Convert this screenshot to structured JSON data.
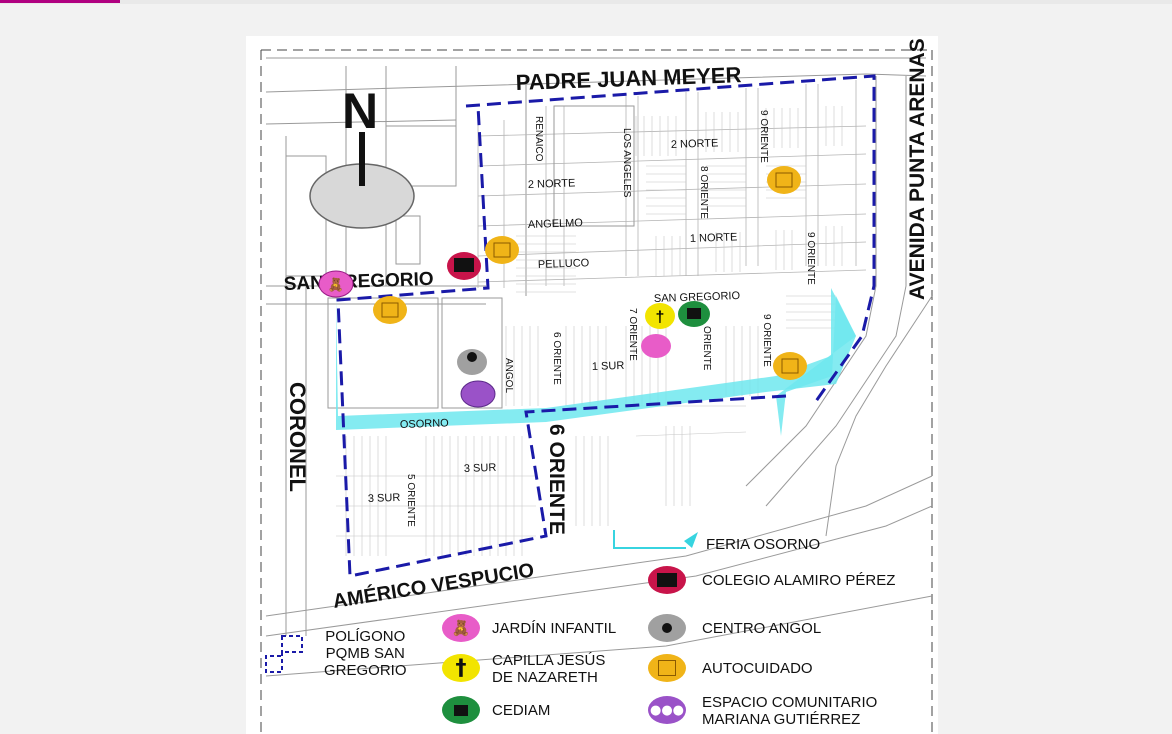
{
  "streets": {
    "padre_juan_meyer": "PADRE JUAN MEYER",
    "avenida_punta_arenas": "AVENIDA PUNTA ARENAS",
    "renaico": "RENAICO",
    "los_angeles": "LOS ANGELES",
    "nueve_oriente_a": "9 ORIENTE",
    "nueve_oriente_b": "9 ORIENTE",
    "nueve_oriente_c": "9 ORIENTE",
    "dos_norte_a": "2 NORTE",
    "dos_norte_b": "2 NORTE",
    "ocho_oriente": "8 ORIENTE",
    "angelmo": "ANGELMO",
    "uno_norte": "1 NORTE",
    "pelluco": "PELLUCO",
    "san_gregorio_west": "SAN GREGORIO",
    "san_gregorio_center": "SAN GREGORIO",
    "siete_oriente_a": "7 ORIENTE",
    "siete_oriente_b": "ORIENTE",
    "seis_oriente_small": "6 ORIENTE",
    "seis_oriente_big": "6 ORIENTE",
    "uno_sur": "1 SUR",
    "angol": "ANGOL",
    "coronel": "CORONEL",
    "osorno": "OSORNO",
    "tres_sur_a": "3 SUR",
    "tres_sur_b": "3 SUR",
    "cinco_oriente": "5 ORIENTE",
    "americo_vespucio": "AMÉRICO VESPUCIO",
    "feria_osorno": "FERIA OSORNO"
  },
  "north_arrow": {
    "letter": "N"
  },
  "legend": {
    "poligono": "POLÍGONO\nPQMB SAN\nGREGORIO",
    "jardin": "JARDÍN INFANTIL",
    "capilla": "CAPILLA JESÚS\nDE NAZARETH",
    "cediam": "CEDIAM",
    "colegio": "COLEGIO ALAMIRO PÉREZ",
    "centro_angol": "CENTRO ANGOL",
    "autocuidado": "AUTOCUIDADO",
    "espacio": "ESPACIO COMUNITARIO\nMARIANA GUTIÉRREZ"
  },
  "colors": {
    "polygon": "#1a1aa8",
    "avenue": "#6fe8ee",
    "jardin": "#e85cc8",
    "capilla": "#f2e400",
    "cediam": "#1e8f3e",
    "colegio": "#c8144a",
    "centro_angol": "#a0a0a0",
    "autocuidado": "#f0b418",
    "espacio": "#9a52c8"
  },
  "icons": {
    "jardin": "teddy-bear-icon",
    "capilla": "cross-icon",
    "cediam": "house-icon",
    "colegio": "school-icon",
    "centro_angol": "person-icon",
    "autocuidado": "field-icon",
    "espacio": "group-icon"
  }
}
